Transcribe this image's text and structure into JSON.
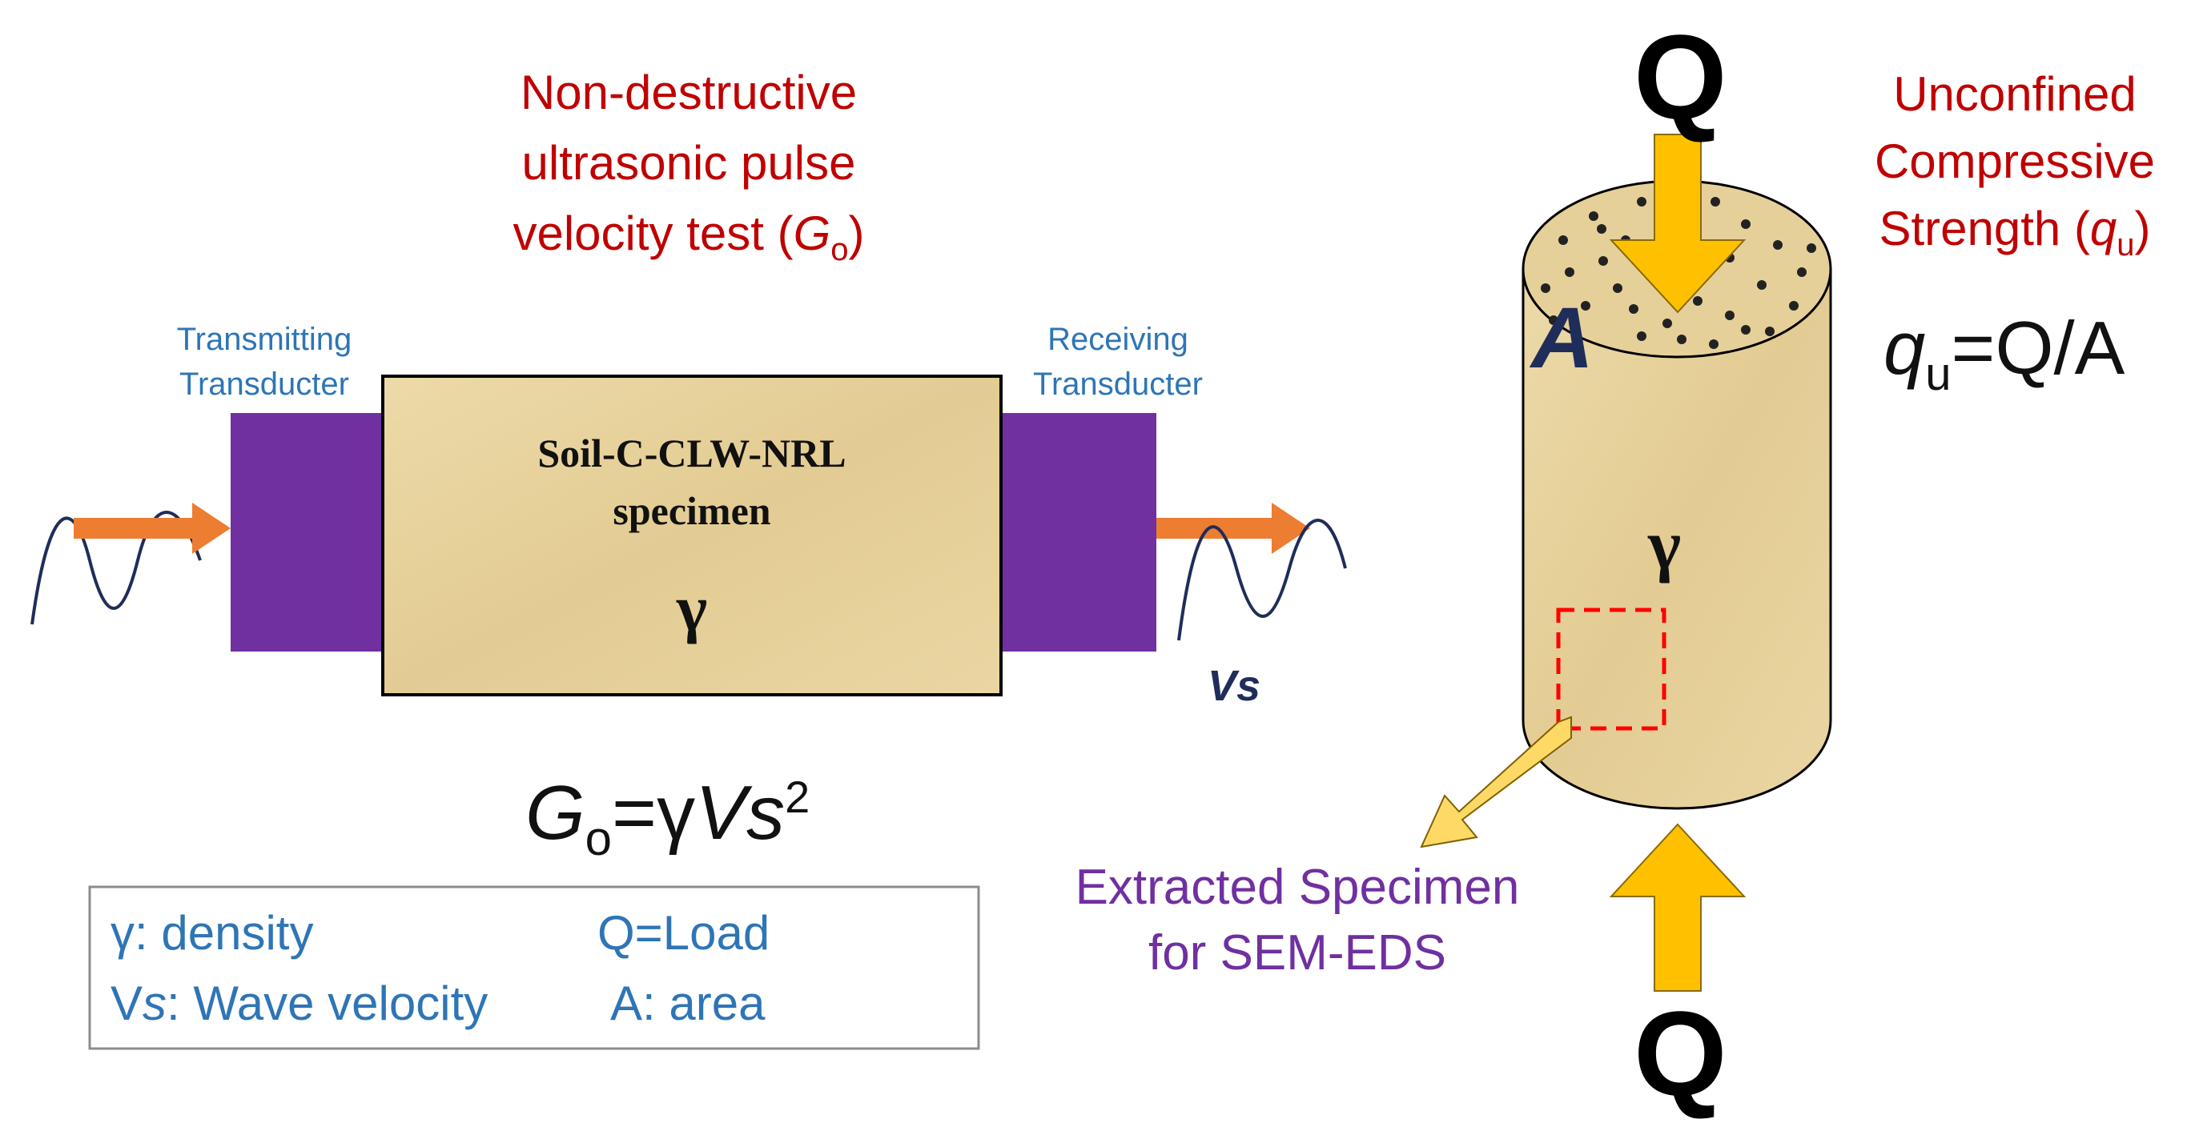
{
  "ultrasonic": {
    "title_line1": "Non-destructive",
    "title_line2": "ultrasonic pulse",
    "title_line3_pre": "velocity test (",
    "title_line3_var": "G",
    "title_line3_sub": "o",
    "title_line3_post": ")",
    "transmitting_line1": "Transmitting",
    "transmitting_line2": "Transducter",
    "receiving_line1": "Receiving",
    "receiving_line2": "Transducter",
    "specimen_line1": "Soil-C-CLW-NRL",
    "specimen_line2": "specimen",
    "specimen_symbol": "γ",
    "vs_label": "Vs",
    "formula_G": "G",
    "formula_sub": "o",
    "formula_eq": "=γ",
    "formula_Vs": "Vs",
    "formula_sup": "2"
  },
  "legend": {
    "density": "γ: density",
    "load": "Q=Load",
    "velocity_v": "V",
    "velocity_s": "s",
    "velocity_rest": ": Wave velocity",
    "area": "A: area"
  },
  "ucs": {
    "load_top": "Q",
    "load_bottom": "Q",
    "area_label": "A",
    "specimen_symbol": "γ",
    "title_line1": "Unconfined",
    "title_line2": "Compressive",
    "title_line3_pre": "Strength (",
    "title_line3_var": "q",
    "title_line3_sub": "u",
    "title_line3_post": ")",
    "formula_q": "q",
    "formula_sub": "u",
    "formula_rest": "=Q/A",
    "extracted_line1": "Extracted Specimen",
    "extracted_line2": "for SEM-EDS"
  },
  "colors": {
    "title_red": "#c00000",
    "label_blue": "#2e75b6",
    "transducer_purple": "#7030a0",
    "specimen_tan": "#e8d4a2",
    "arrow_orange": "#ed7d31",
    "arrow_gold": "#ffc000",
    "dashed_box_red": "#ff0000"
  }
}
